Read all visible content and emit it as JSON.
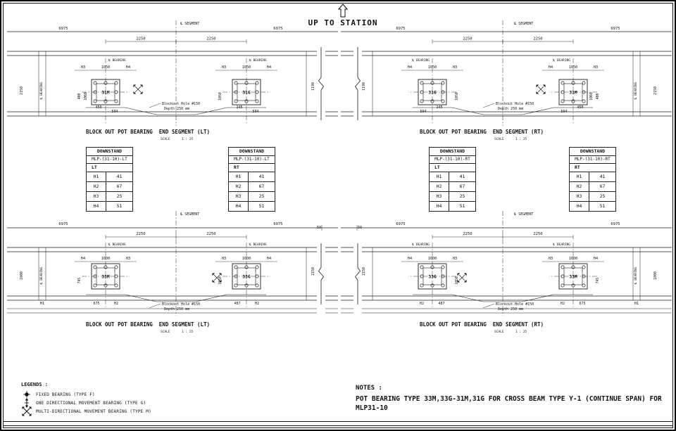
{
  "header": {
    "up_to_station": "UP TO STATION"
  },
  "quadrants": [
    {
      "id": "top-left",
      "variant": "top",
      "mirrored": false,
      "title": "BLOCK OUT POT BEARING  END SEGMENT (LT)",
      "scale_label": "SCALE",
      "scale_value": "1 : 25",
      "segment_label": "SEGMENT",
      "bearing_cl_label": "BEARING",
      "dims": {
        "outer_left": "6975",
        "outer_right": "6975",
        "span_left": "2250",
        "span_right": "2250",
        "side_outer": "2150",
        "side_inner": "1190",
        "small_center": "",
        "h1_label": ""
      },
      "bearings": [
        {
          "name": "31M",
          "top": [
            "H3",
            "1050",
            "H4"
          ],
          "side": [
            "400",
            "1060"
          ],
          "bottom": [
            "450",
            "504"
          ]
        },
        {
          "name": "31G",
          "top": [
            "H3",
            "1050",
            "H4"
          ],
          "side": [
            "1050"
          ],
          "bottom": [
            "245",
            "504"
          ]
        }
      ],
      "blockout": [
        "Blockout Hole #150",
        "Depth 250 mm"
      ]
    },
    {
      "id": "top-right",
      "variant": "top",
      "mirrored": true,
      "title": "BLOCK OUT POT BEARING  END SEGMENT (RT)",
      "scale_label": "SCALE",
      "scale_value": "1 : 25",
      "segment_label": "SEGMENT",
      "bearing_cl_label": "BEARING",
      "dims": {
        "outer_left": "6975",
        "outer_right": "6975",
        "span_left": "2250",
        "span_right": "2250",
        "side_outer": "2150",
        "side_inner": "1190",
        "small_center": "",
        "h1_label": ""
      },
      "bearings": [
        {
          "name": "31M",
          "top": [
            "H3",
            "1050",
            "H4"
          ],
          "side": [
            "400",
            "1060"
          ],
          "bottom": [
            "450",
            "504"
          ]
        },
        {
          "name": "31G",
          "top": [
            "H3",
            "1050",
            "H4"
          ],
          "side": [
            "1050"
          ],
          "bottom": [
            "245",
            "504"
          ]
        }
      ],
      "blockout": [
        "Blockout Hole #150",
        "Depth 250 mm"
      ]
    },
    {
      "id": "bottom-left",
      "variant": "bottom",
      "mirrored": false,
      "title": "BLOCK OUT POT BEARING  END SEGMENT (LT)",
      "scale_label": "SCALE",
      "scale_value": "1 : 25",
      "segment_label": "SEGMENT",
      "bearing_cl_label": "BEARING",
      "dims": {
        "outer_left": "6975",
        "outer_right": "6975",
        "span_left": "2250",
        "span_right": "2250",
        "side_outer": "1000",
        "side_inner": "2150",
        "small_center": "50",
        "h1_label": "H1"
      },
      "bearings": [
        {
          "name": "33M",
          "top": [
            "H4",
            "1000",
            "H3"
          ],
          "side": [
            "745"
          ],
          "bottom": [
            "675",
            "H2"
          ]
        },
        {
          "name": "33G",
          "top": [
            "H3",
            "1000",
            "H4"
          ],
          "side": [
            "1050"
          ],
          "bottom": [
            "487",
            "H2"
          ]
        }
      ],
      "blockout": [
        "Blockout Hole #150",
        "Depth 250 mm"
      ]
    },
    {
      "id": "bottom-right",
      "variant": "bottom",
      "mirrored": true,
      "title": "BLOCK OUT POT BEARING  END SEGMENT (RT)",
      "scale_label": "SCALE",
      "scale_value": "1 : 25",
      "segment_label": "SEGMENT",
      "bearing_cl_label": "BEARING",
      "dims": {
        "outer_left": "6975",
        "outer_right": "6975",
        "span_left": "2250",
        "span_right": "2250",
        "side_outer": "1000",
        "side_inner": "2150",
        "small_center": "50",
        "h1_label": "H1"
      },
      "bearings": [
        {
          "name": "33M",
          "top": [
            "H4",
            "1000",
            "H3"
          ],
          "side": [
            "745"
          ],
          "bottom": [
            "675",
            "H2"
          ]
        },
        {
          "name": "33G",
          "top": [
            "H3",
            "1000",
            "H4"
          ],
          "side": [
            "1050"
          ],
          "bottom": [
            "487",
            "H2"
          ]
        }
      ],
      "blockout": [
        "Blockout Hole #150",
        "Depth 250 mm"
      ]
    }
  ],
  "tables": [
    {
      "title": "DOWNSTAND",
      "subtitle": "MLP-(31-10)-LT",
      "side": "LT",
      "rows": [
        [
          "H1",
          "41"
        ],
        [
          "H2",
          "67"
        ],
        [
          "H3",
          "25"
        ],
        [
          "H4",
          "51"
        ]
      ]
    },
    {
      "title": "DOWNSTAND",
      "subtitle": "MLP-(31-10)-LT",
      "side": "RT",
      "rows": [
        [
          "H1",
          "41"
        ],
        [
          "H2",
          "67"
        ],
        [
          "H3",
          "25"
        ],
        [
          "H4",
          "51"
        ]
      ]
    },
    {
      "title": "DOWNSTAND",
      "subtitle": "MLP-(31-10)-RT",
      "side": "LT",
      "rows": [
        [
          "H1",
          "41"
        ],
        [
          "H2",
          "67"
        ],
        [
          "H3",
          "25"
        ],
        [
          "H4",
          "51"
        ]
      ]
    },
    {
      "title": "DOWNSTAND",
      "subtitle": "MLP-(31-10)-RT",
      "side": "RT",
      "rows": [
        [
          "H1",
          "41"
        ],
        [
          "H2",
          "67"
        ],
        [
          "H3",
          "25"
        ],
        [
          "H4",
          "51"
        ]
      ]
    }
  ],
  "legends": {
    "title": "LEGENDS :",
    "items": [
      {
        "icon": "fixed-bearing-icon",
        "label": "FIXED BEARING (TYPE F)"
      },
      {
        "icon": "one-directional-bearing-icon",
        "label": "ONE DIRECTIONAL MOVEMENT BEARING (TYPE G)"
      },
      {
        "icon": "multi-directional-bearing-icon",
        "label": "MULTI-DIRECTIONAL MOVEMENT BEARING (TYPE M)"
      }
    ]
  },
  "notes": {
    "title": "NOTES :",
    "lines": [
      "POT BEARING TYPE 33M,33G-31M,31G FOR CROSS BEAM TYPE Y-1 (CONTINUE SPAN) FOR",
      "MLP31-10"
    ]
  }
}
